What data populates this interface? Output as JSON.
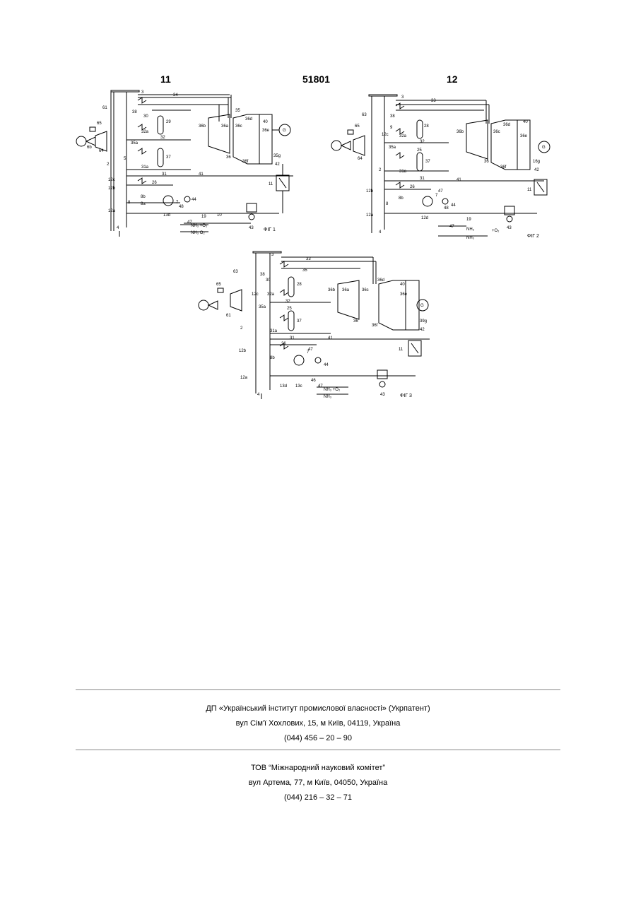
{
  "header": {
    "left_page": "11",
    "center": "51801",
    "right_page": "12"
  },
  "figures": [
    {
      "caption": "ФІГ 1",
      "labels": [
        "3",
        "34",
        "35",
        "61",
        "65",
        "64",
        "6b",
        "38",
        "30",
        "32a",
        "32",
        "29",
        "35a",
        "37",
        "5",
        "2",
        "31a",
        "31",
        "12c",
        "12b",
        "26",
        "8b",
        "8a",
        "8",
        "7",
        "44",
        "48",
        "12a",
        "4",
        "13d",
        "19",
        "10",
        "43",
        "47",
        "41",
        "36",
        "36a",
        "36b",
        "36c",
        "36d",
        "36e",
        "36f",
        "35g",
        "40",
        "42",
        "11",
        "G"
      ],
      "inputs": [
        "NH₃ +O₂",
        "NH₃  O₂"
      ]
    },
    {
      "caption": "ФІГ 2",
      "labels": [
        "3",
        "33",
        "63",
        "65",
        "64",
        "9",
        "38",
        "32a",
        "32",
        "28",
        "12c",
        "35a",
        "25",
        "37",
        "2",
        "31a",
        "31",
        "12b",
        "26",
        "47",
        "8b",
        "8",
        "7",
        "44",
        "48",
        "12a",
        "4",
        "12d",
        "19",
        "47",
        "43",
        "41",
        "36",
        "36b",
        "36c",
        "36d",
        "36e",
        "36f",
        "16g",
        "40",
        "42",
        "11",
        "G"
      ],
      "inputs": [
        "NH₃",
        "+O₂",
        "NH₃"
      ]
    },
    {
      "caption": "ФІГ 3",
      "labels": [
        "3",
        "33",
        "35",
        "63",
        "65",
        "61",
        "38",
        "30",
        "32a",
        "32",
        "28",
        "12c",
        "35a",
        "25",
        "37",
        "2",
        "31a",
        "31",
        "12b",
        "26",
        "47",
        "8b",
        "7",
        "44",
        "12a",
        "4",
        "13d",
        "13c",
        "46",
        "47",
        "43",
        "41",
        "36",
        "36a",
        "36b",
        "36c",
        "36d",
        "36e",
        "36f",
        "39g",
        "40",
        "42",
        "11",
        "G"
      ],
      "inputs": [
        "NH₃ +O₂",
        "NH₃"
      ]
    }
  ],
  "footer": {
    "org1": {
      "name": "ДП «Український інститут промислової власності» (Укрпатент)",
      "address": "вул  Сім'ї Хохлових, 15, м  Київ, 04119, Україна",
      "phone": "(044) 456 – 20 –  90"
    },
    "org2": {
      "name": "ТОВ “Міжнародний науковий комітет”",
      "address": "вул  Артема, 77, м  Київ, 04050, Україна",
      "phone": "(044) 216 – 32 – 71"
    }
  }
}
